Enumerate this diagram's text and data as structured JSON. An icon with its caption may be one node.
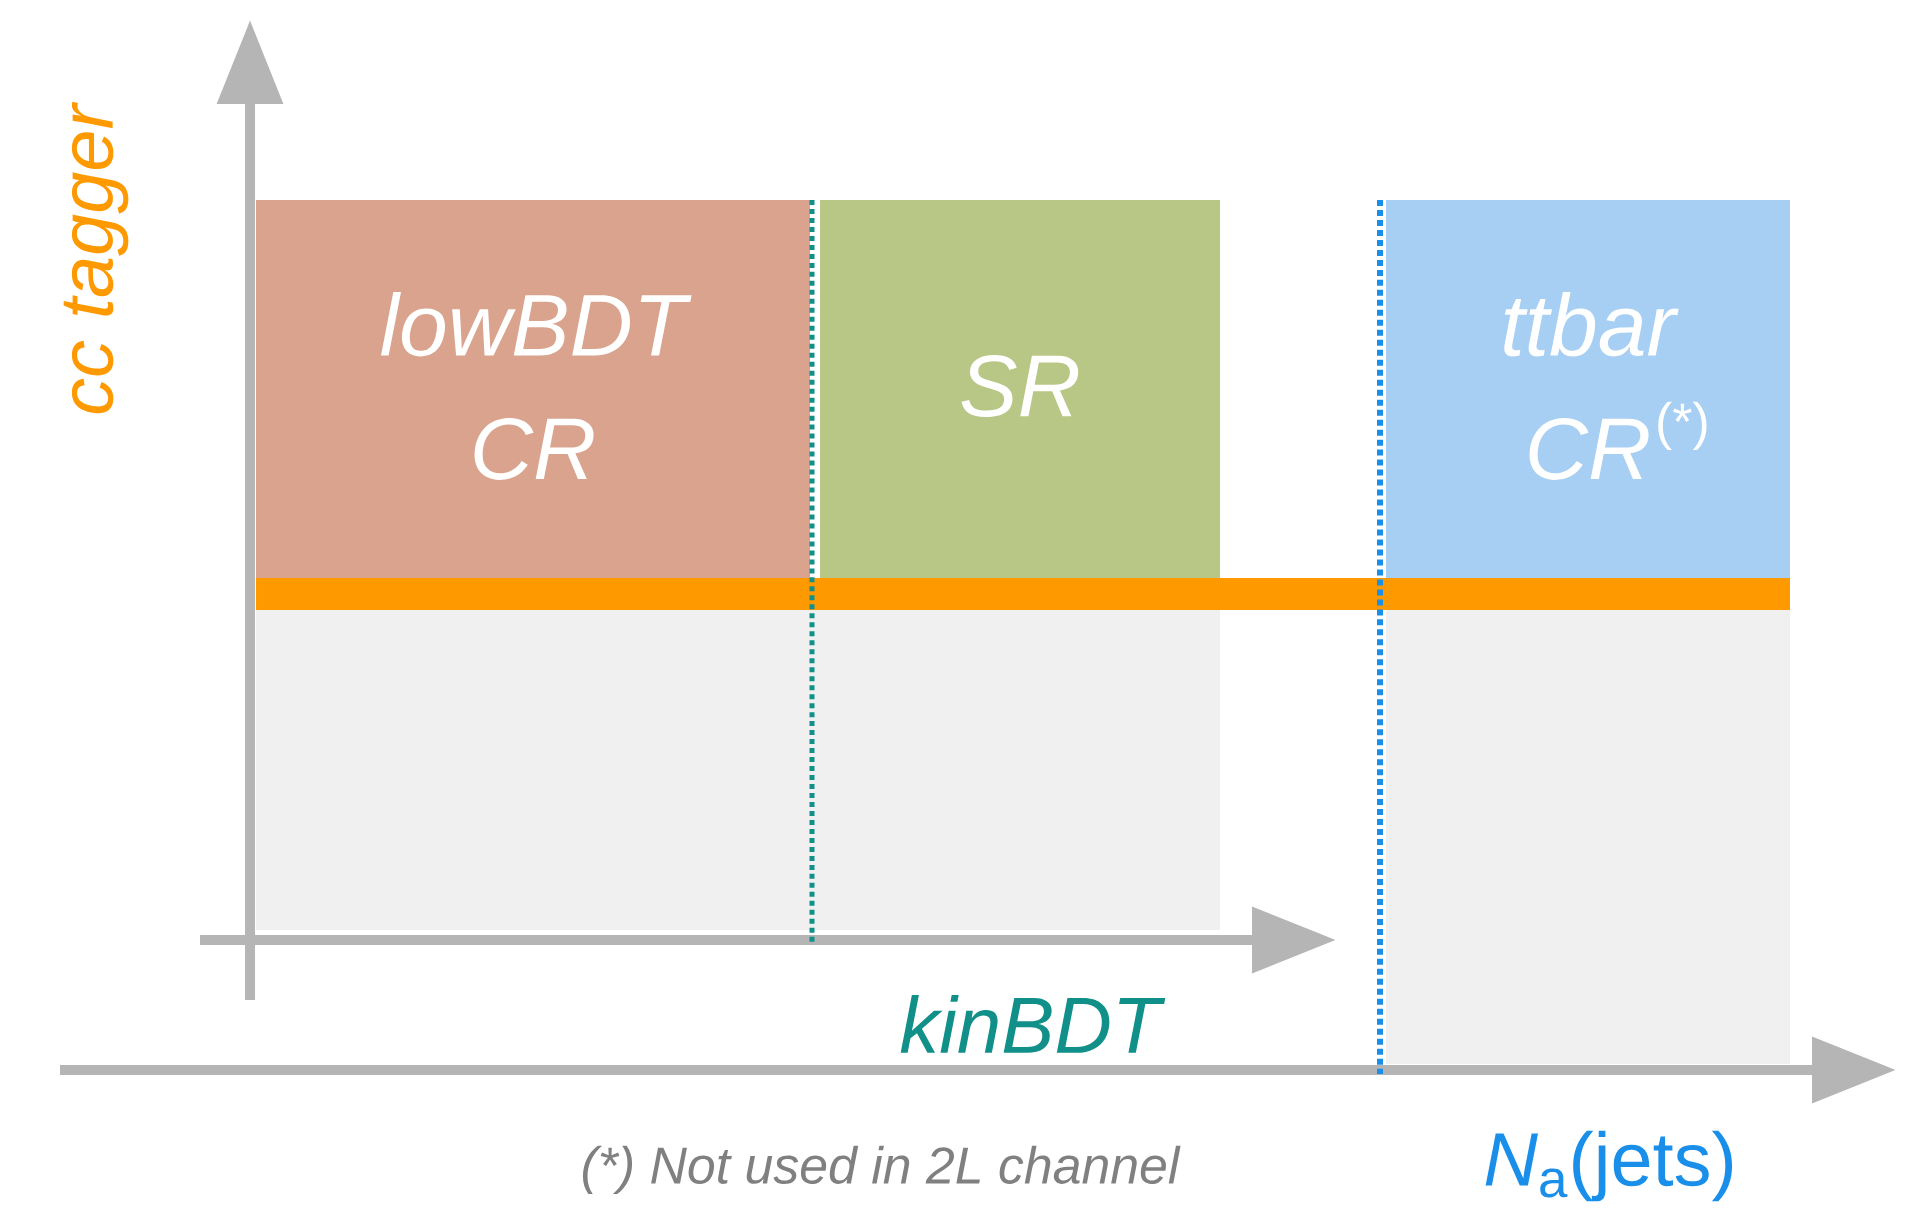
{
  "diagram": {
    "nodes": [
      {
        "text": [
          "lowBDT CR"
        ]
      },
      {
        "text": [
          "SR"
        ]
      },
      {
        "text": [
          "ttbar CR",
          "(*)"
        ]
      }
    ],
    "labels": [
      "cc tagger",
      "kinBDT",
      "(*) Not used in 2L channel",
      "*N*$_{a}$(jets)"
    ]
  }
}
